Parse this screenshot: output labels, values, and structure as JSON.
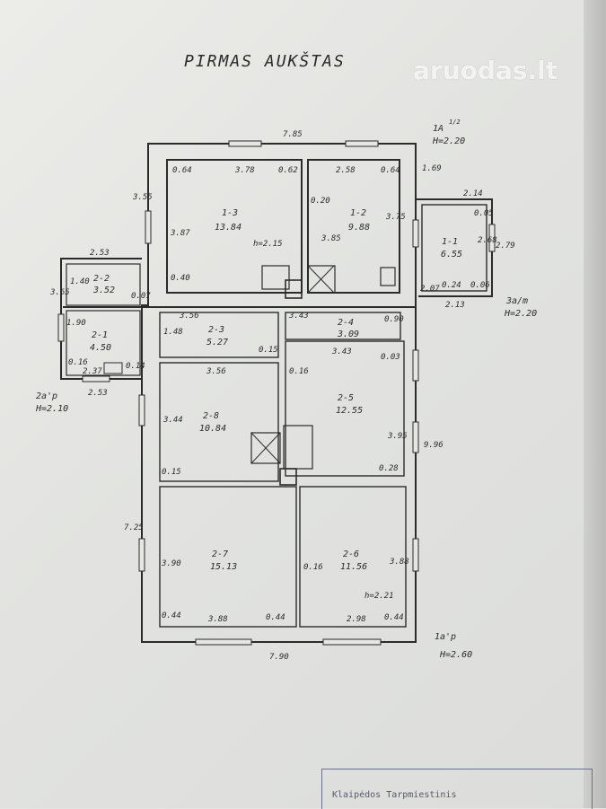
{
  "page": {
    "title": "PIRMAS AUKŠTAS",
    "watermark": "aruodas.lt",
    "stamp_text": "Klaipėdos Tarpmiestinis"
  },
  "colors": {
    "ink": "#2b2b2b",
    "paper": "#e6e6e3",
    "stamp": "#555970"
  },
  "annotations": {
    "top_left_label": "1A",
    "top_left_fraction": "1/2",
    "top_left_height": "H=2.20",
    "bottom_left_label": "2a'p",
    "bottom_left_height": "H=2.10",
    "right_label": "3a/m",
    "right_height": "H=2.20",
    "bottom_right_label": "1a'p",
    "bottom_right_height": "H=2.60"
  },
  "rooms": [
    {
      "id": "1-3",
      "area": "13.84"
    },
    {
      "id": "1-2",
      "area": "9.88"
    },
    {
      "id": "1-1",
      "area": "6.55"
    },
    {
      "id": "2-2",
      "area": "3.52"
    },
    {
      "id": "2-1",
      "area": "4.50"
    },
    {
      "id": "2-3",
      "area": "5.27"
    },
    {
      "id": "2-4",
      "area": "3.09"
    },
    {
      "id": "2-8",
      "area": "10.84"
    },
    {
      "id": "2-5",
      "area": "12.55"
    },
    {
      "id": "2-7",
      "area": "15.13"
    },
    {
      "id": "2-6",
      "area": "11.56"
    }
  ],
  "dimensions": {
    "top_total": "7.85",
    "bottom_total": "7.90",
    "left_upper": "3.55",
    "left_lower": "7.25",
    "right_total": "9.96",
    "r13_top": "3.78",
    "r13_left": "3.87",
    "r13_tl": "0.64",
    "r13_tr": "0.62",
    "r13_bl": "0.40",
    "r12_top": "2.58",
    "r12_tr": "0.64",
    "r12_right": "3.75",
    "r12_left": "3.85",
    "r12_tl": "0.20",
    "ceiling_13": "h=2.15",
    "r11_side": "1.69",
    "r11_top": "2.14",
    "r11_right": "2.79",
    "r11_inner1": "0.05",
    "r11_inner2": "2.68",
    "r11_bl": "2.07",
    "r11_b1": "0.24",
    "r11_b2": "0.06",
    "r11_bottom": "2.13",
    "r22_top": "2.53",
    "r22_left": "1.40",
    "r22_outer": "3.65",
    "r22_right": "0.07",
    "r21_left": "1.90",
    "r21_bl": "0.16",
    "r21_bottom": "2.37",
    "r21_right": "0.14",
    "r21_outer": "2.53",
    "r23_top": "3.56",
    "r23_left": "1.48",
    "r23_right": "0.15",
    "r24_tl": "3.43",
    "r24_tr": "0.90",
    "r24_bottom": "3.43",
    "r28_top": "3.56",
    "r28_left": "3.44",
    "r28_bl": "0.15",
    "r25_tl": "0.16",
    "r25_tr": "0.03",
    "r25_right": "3.95",
    "r25_br": "0.28",
    "r27_left": "3.90",
    "r27_bl": "0.44",
    "r27_bottom": "3.88",
    "r27_br": "0.44",
    "r26_left": "0.16",
    "r26_right": "3.88",
    "r26_bottom": "2.98",
    "r26_br": "0.44",
    "ceiling_26": "h=2.21"
  }
}
